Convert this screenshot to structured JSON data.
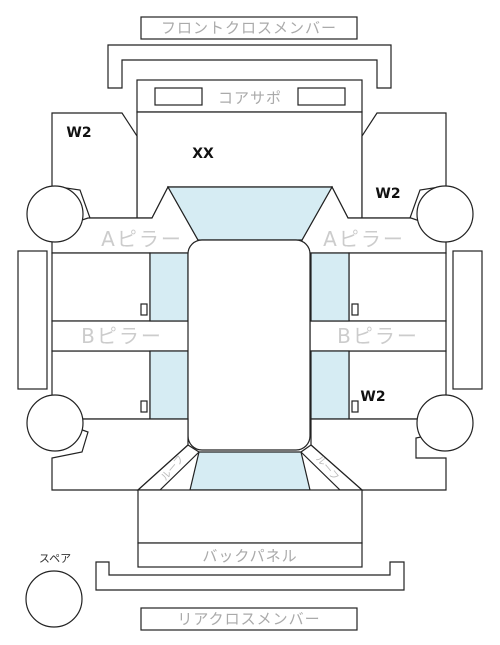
{
  "labels": {
    "front_cross_member": "フロントクロスメンバー",
    "core_support": "コアサポ",
    "a_pillar": "Aピラー",
    "b_pillar": "Bピラー",
    "back_panel": "バックパネル",
    "rear_cross_member": "リアクロスメンバー",
    "spare": "スペア",
    "side_left": "ルーフ",
    "side_right": "ルーフ"
  },
  "marks": {
    "front_left_fender": "W2",
    "hood": "XX",
    "front_right_fender": "W2",
    "rear_right_door": "W2"
  },
  "colors": {
    "glass": "#d6ecf3",
    "outline": "#222222",
    "label_gray": "#aaaaaa"
  }
}
